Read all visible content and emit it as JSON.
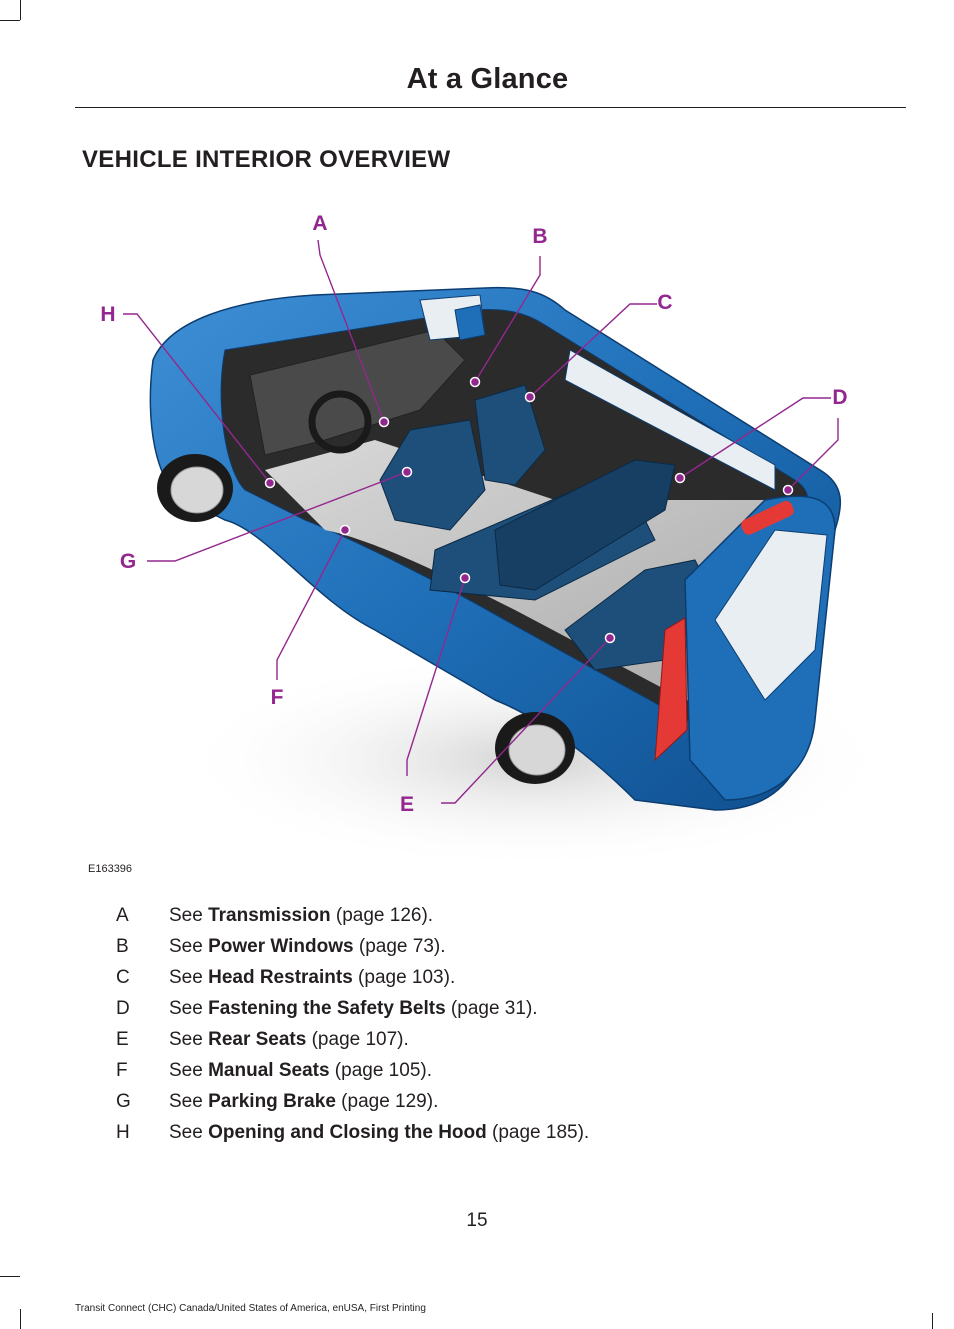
{
  "header": {
    "title": "At a Glance"
  },
  "section": {
    "title": "VEHICLE INTERIOR OVERVIEW"
  },
  "figure": {
    "code": "E163396",
    "callout_color": "#93278f",
    "body_color": "#1f6fb8",
    "callouts": [
      "A",
      "B",
      "C",
      "D",
      "E",
      "F",
      "G",
      "H"
    ]
  },
  "legend": [
    {
      "key": "A",
      "prefix": "See ",
      "topic": "Transmission",
      "suffix": " (page 126)."
    },
    {
      "key": "B",
      "prefix": "See ",
      "topic": "Power Windows",
      "suffix": " (page 73)."
    },
    {
      "key": "C",
      "prefix": "See ",
      "topic": "Head Restraints",
      "suffix": " (page 103)."
    },
    {
      "key": "D",
      "prefix": "See ",
      "topic": "Fastening the Safety Belts",
      "suffix": " (page 31)."
    },
    {
      "key": "E",
      "prefix": "See ",
      "topic": "Rear Seats",
      "suffix": " (page 107)."
    },
    {
      "key": "F",
      "prefix": "See ",
      "topic": "Manual Seats",
      "suffix": " (page 105)."
    },
    {
      "key": "G",
      "prefix": "See ",
      "topic": "Parking Brake",
      "suffix": " (page 129)."
    },
    {
      "key": "H",
      "prefix": "See ",
      "topic": "Opening and Closing the Hood",
      "suffix": " (page 185)."
    }
  ],
  "page_number": "15",
  "footer": "Transit Connect (CHC) Canada/United States of America, enUSA, First Printing"
}
